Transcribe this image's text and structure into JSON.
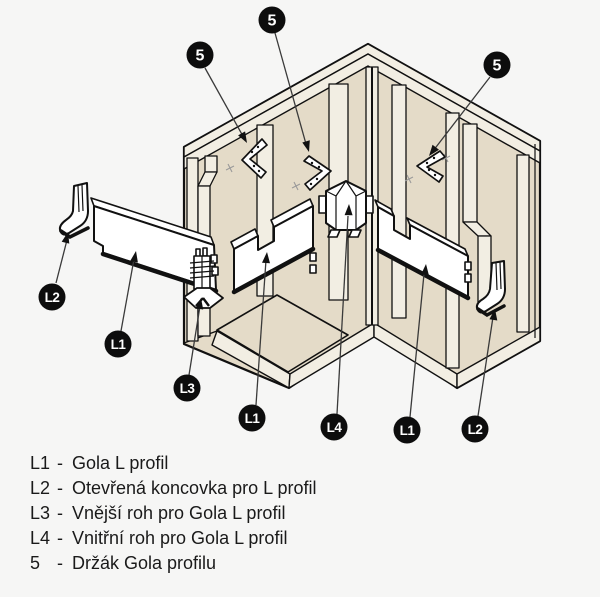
{
  "legend": {
    "separator": "-",
    "items": [
      {
        "key": "L1",
        "label": "Gola L profil"
      },
      {
        "key": "L2",
        "label": "Otevřená koncovka pro L profil"
      },
      {
        "key": "L3",
        "label": "Vnější roh pro Gola L profil"
      },
      {
        "key": "L4",
        "label": "Vnitřní roh pro Gola L profil"
      },
      {
        "key": "5",
        "label": "Držák Gola profilu"
      }
    ]
  },
  "diagram": {
    "badges": [
      {
        "label": "5"
      },
      {
        "label": "5"
      },
      {
        "label": "5"
      },
      {
        "label": "L2"
      },
      {
        "label": "L1"
      },
      {
        "label": "L3"
      },
      {
        "label": "L1"
      },
      {
        "label": "L4"
      },
      {
        "label": "L1"
      },
      {
        "label": "L2"
      }
    ],
    "colors": {
      "background": "#f6f6f5",
      "cabinet": "#e4dbc8",
      "edge_strip": "#f2eee3",
      "outline": "#111111",
      "part_fill": "#ffffff",
      "badge_bg": "#0d0d0d",
      "badge_text": "#ffffff",
      "leader": "#3a3a3a"
    }
  }
}
